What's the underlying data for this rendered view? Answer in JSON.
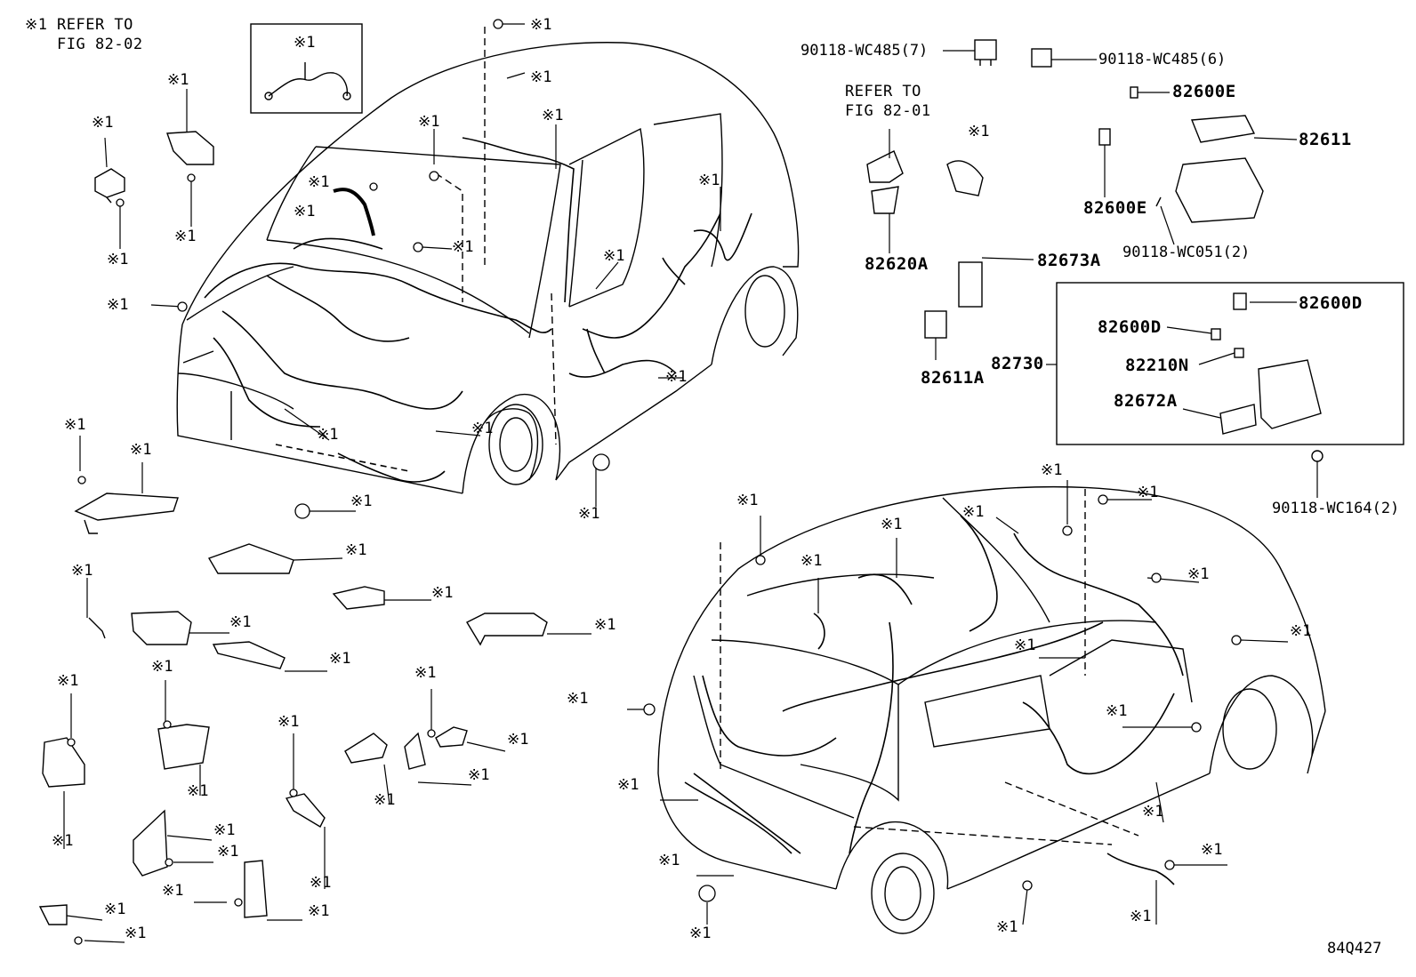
{
  "note": {
    "mark": "※1",
    "line1": "REFER TO",
    "line2": "FIG 82-02"
  },
  "star": "※1",
  "refer_fig_82_01": {
    "line1": "REFER TO",
    "line2": "FIG 82-01"
  },
  "parts": {
    "p_90118_wc485_7": "90118-WC485(7)",
    "p_90118_wc485_6": "90118-WC485(6)",
    "p_82600e_top": "82600E",
    "p_82611": "82611",
    "p_82600e_mid": "82600E",
    "p_90118_wc051_2": "90118-WC051(2)",
    "p_82620a": "82620A",
    "p_82673a": "82673A",
    "p_82611a": "82611A",
    "p_82730": "82730",
    "p_82600d_right": "82600D",
    "p_82600d_left": "82600D",
    "p_82210n": "82210N",
    "p_82672a": "82672A",
    "p_90118_wc164_2": "90118-WC164(2)"
  },
  "figure_code": "84Q427"
}
